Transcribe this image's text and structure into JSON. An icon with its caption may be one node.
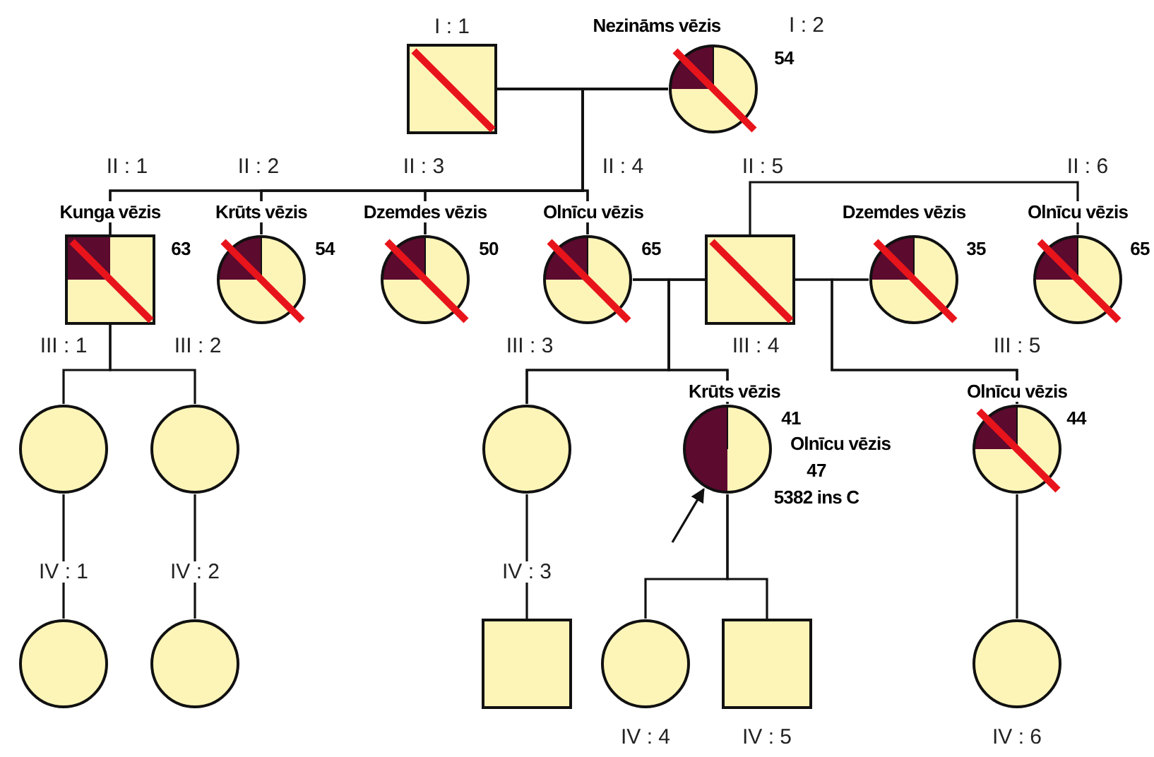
{
  "diagram": {
    "nodes": [
      {
        "text": [],
        "shape": "box",
        "beside": [
          "I : 1"
        ]
      },
      {
        "text": [],
        "shape": "circle",
        "beside": [
          "Nezināms vēzis",
          "I : 2",
          "54"
        ]
      },
      {
        "text": [],
        "shape": "box",
        "beside": [
          "II : 1",
          "Kunga vēzis",
          "63"
        ]
      },
      {
        "text": [],
        "shape": "circle",
        "beside": [
          "II : 2",
          "Krūts vēzis",
          "54"
        ]
      },
      {
        "text": [],
        "shape": "circle",
        "beside": [
          "II : 3",
          "Dzemdes vēzis",
          "50"
        ]
      },
      {
        "text": [],
        "shape": "circle",
        "beside": [
          "II : 4",
          "Olnīcu vēzis",
          "65"
        ]
      },
      {
        "text": [],
        "shape": "box"
      },
      {
        "text": [],
        "shape": "circle",
        "beside": [
          "Dzemdes vēzis",
          "35"
        ]
      },
      {
        "text": [],
        "shape": "circle",
        "beside": [
          "II : 6",
          "Olnīcu vēzis",
          "65"
        ]
      },
      {
        "text": [],
        "shape": "circle"
      },
      {
        "text": [],
        "shape": "circle"
      },
      {
        "text": [],
        "shape": "circle"
      },
      {
        "text": [],
        "shape": "circle",
        "beside": [
          "Krūts vēzis",
          "41",
          "Olnīcu vēzis",
          "47",
          "5382 ins C"
        ]
      },
      {
        "text": [],
        "shape": "circle",
        "beside": [
          "Olnīcu vēzis",
          "44"
        ]
      },
      {
        "text": [],
        "shape": "circle",
        "beside": [
          "IV : 1"
        ]
      },
      {
        "text": [],
        "shape": "circle",
        "beside": [
          "IV : 2"
        ]
      },
      {
        "text": [],
        "shape": "box",
        "beside": [
          "IV : 3"
        ]
      },
      {
        "text": [],
        "shape": "circle",
        "beside": [
          "IV : 4"
        ]
      },
      {
        "text": [],
        "shape": "box",
        "beside": [
          "IV : 5"
        ]
      },
      {
        "text": [],
        "shape": "circle",
        "beside": [
          "IV : 6"
        ]
      }
    ],
    "edges": [
      {
        "from": 0,
        "to": 1,
        "arrow": "none"
      },
      {
        "from": 0,
        "to": 2,
        "arrow": "none"
      },
      {
        "from": 0,
        "to": 3,
        "arrow": "none"
      },
      {
        "from": 0,
        "to": 4,
        "arrow": "none"
      },
      {
        "from": 0,
        "to": 5,
        "arrow": "none"
      },
      {
        "from": 1,
        "to": 2,
        "arrow": "none"
      },
      {
        "from": 1,
        "to": 3,
        "arrow": "none"
      },
      {
        "from": 1,
        "to": 4,
        "arrow": "none"
      },
      {
        "from": 1,
        "to": 5,
        "arrow": "none"
      },
      {
        "from": 5,
        "to": 6,
        "arrow": "none"
      },
      {
        "from": 6,
        "to": 7,
        "arrow": "none"
      },
      {
        "from": 6,
        "to": 8,
        "arrow": "none"
      },
      {
        "from": 2,
        "to": 9,
        "arrow": "none"
      },
      {
        "from": 2,
        "to": 10,
        "arrow": "none"
      },
      {
        "from": 5,
        "to": 11,
        "arrow": "none"
      },
      {
        "from": 5,
        "to": 12,
        "arrow": "none"
      },
      {
        "from": 6,
        "to": 11,
        "arrow": "none"
      },
      {
        "from": 6,
        "to": 12,
        "arrow": "none"
      },
      {
        "from": 6,
        "to": 13,
        "arrow": "none"
      },
      {
        "from": 7,
        "to": 13,
        "arrow": "none"
      },
      {
        "from": 9,
        "to": 14,
        "arrow": "none"
      },
      {
        "from": 10,
        "to": 15,
        "arrow": "none"
      },
      {
        "from": 11,
        "to": 16,
        "arrow": "none"
      },
      {
        "from": 12,
        "to": 17,
        "arrow": "none"
      },
      {
        "from": 12,
        "to": 18,
        "arrow": "none"
      },
      {
        "from": 13,
        "to": 19,
        "arrow": "none"
      },
      {
        "from": null,
        "to": 12,
        "arrow": "to"
      }
    ],
    "labels": [
      "II : 5",
      "III : 1",
      "III : 2",
      "III : 3",
      "III : 4",
      "III : 5"
    ]
  }
}
